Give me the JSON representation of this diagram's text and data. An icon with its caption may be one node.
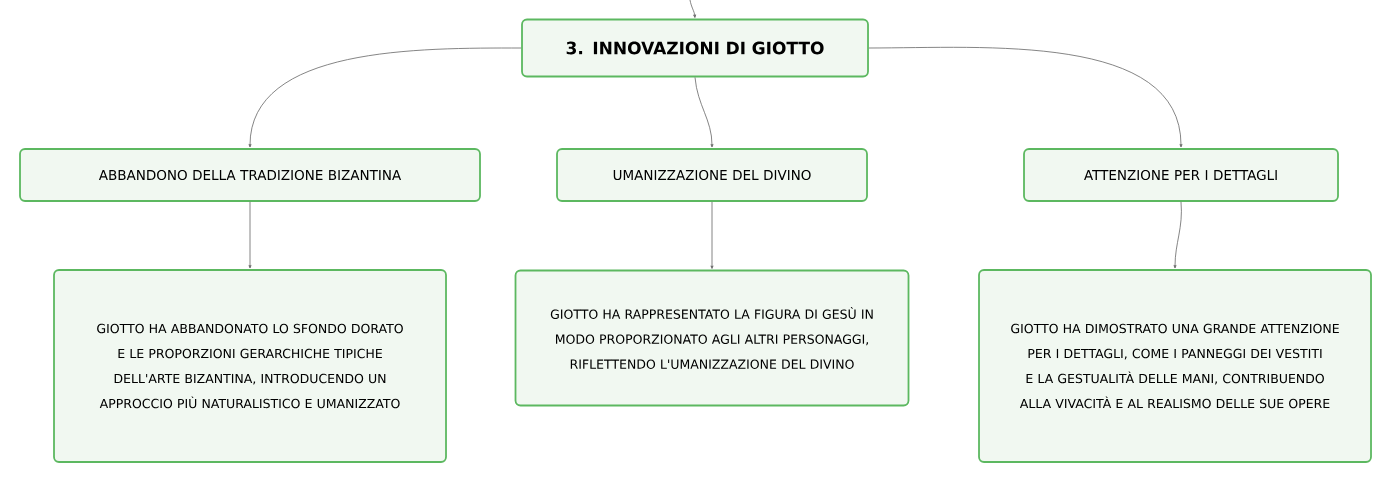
{
  "diagram": {
    "nodes": [
      {
        "text": [
          "3. INNOVAZIONI DI GIOTTO"
        ]
      },
      {
        "text": [
          "ABBANDONO DELLA TRADIZIONE BIZANTINA"
        ]
      },
      {
        "text": [
          "UMANIZZAZIONE DEL DIVINO"
        ]
      },
      {
        "text": [
          "ATTENZIONE PER I DETTAGLI"
        ]
      },
      {
        "text": [
          "GIOTTO HA ABBANDONATO LO SFONDO DORATO E LE PROPORZIONI GERARCHICHE TIPICHE DELL'ARTE BIZANTINA, INTRODUCENDO UN APPROCCIO PIÙ NATURALISTICO E UMANIZZATO"
        ]
      },
      {
        "text": [
          "GIOTTO HA RAPPRESENTATO LA FIGURA DI GESÙ IN MODO PROPORZIONATO AGLI ALTRI PERSONAGGI, RIFLETTENDO L'UMANIZZAZIONE DEL DIVINO"
        ]
      },
      {
        "text": [
          "GIOTTO HA DIMOSTRATO UNA GRANDE ATTENZIONE PER I DETTAGLI, COME I PANNEGGI DEI VESTITI E LA GESTUALITÀ DELLE MANI, CONTRIBUENDO ALLA VIVACITÀ E AL REALISMO DELLE SUE OPERE"
        ]
      }
    ],
    "edges": [
      {
        "from": null,
        "to": 0,
        "arrow": "to"
      },
      {
        "from": 0,
        "to": 1,
        "arrow": "to"
      },
      {
        "from": 0,
        "to": 2,
        "arrow": "to"
      },
      {
        "from": 0,
        "to": 3,
        "arrow": "to"
      },
      {
        "from": 1,
        "to": 4,
        "arrow": "to"
      },
      {
        "from": 2,
        "to": 5,
        "arrow": "to"
      },
      {
        "from": 3,
        "to": 6,
        "arrow": "to"
      }
    ]
  }
}
